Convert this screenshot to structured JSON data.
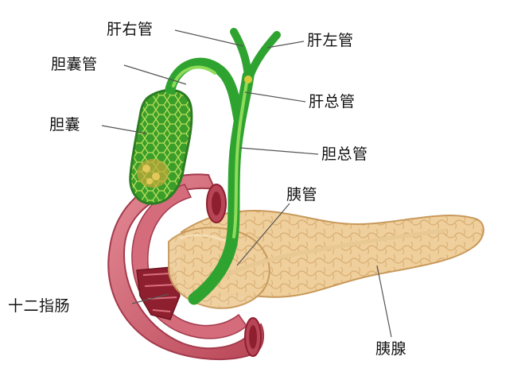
{
  "labels": {
    "right_hepatic_duct": "肝右管",
    "left_hepatic_duct": "肝左管",
    "cystic_duct": "胆囊管",
    "common_hepatic_duct": "肝总管",
    "gallbladder": "胆囊",
    "common_bile_duct": "胆总管",
    "pancreatic_duct": "胰管",
    "duodenum": "十二指肠",
    "pancreas": "胰腺"
  },
  "colors": {
    "duct_green": "#2fa32f",
    "duct_highlight": "#8fdc5a",
    "pancreas": "#efcf9c",
    "duodenum": "#c85a6a",
    "duodenum_inner": "#8e1f2f"
  }
}
